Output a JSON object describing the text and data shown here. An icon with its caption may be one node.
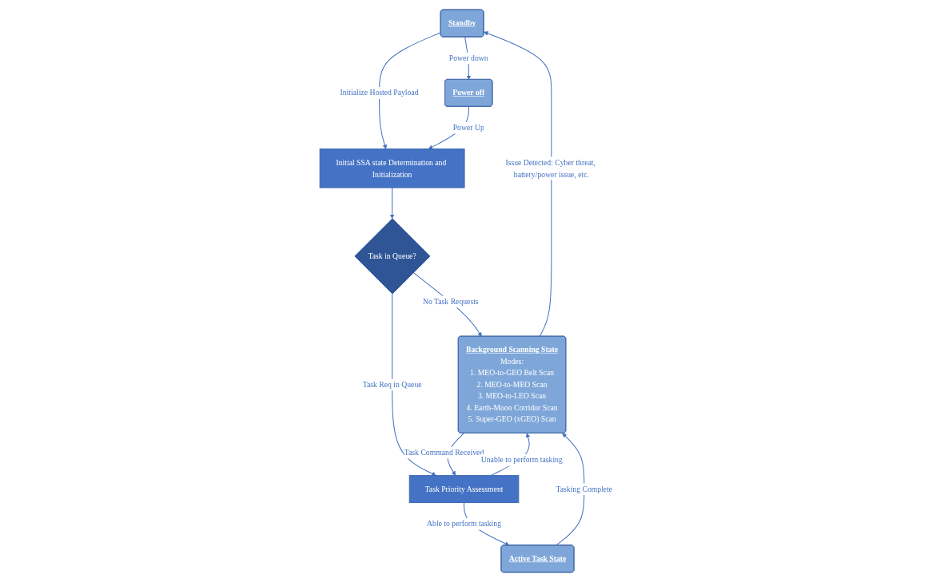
{
  "diagram": {
    "nodes": [
      {
        "text": [
          "Standby"
        ]
      },
      {
        "text": [
          "Power off"
        ]
      },
      {
        "text": [
          "Initial SSA state Determination and Initialization"
        ]
      },
      {
        "text": [
          "Task in Queue?"
        ]
      },
      {
        "text": [
          "Background Scanning State",
          "Modes:",
          "1. MEO-to-GEO Belt Scan",
          "2. MEO-to-MEO Scan",
          "3. MEO-to-LEO Scan",
          "4. Earth-Moon Corridor Scan",
          "5. Super-GEO (xGEO) Scan"
        ]
      },
      {
        "text": [
          "Task Priority Assessment"
        ]
      },
      {
        "text": [
          "Active Task State"
        ]
      }
    ],
    "edges": [
      {
        "from": 0,
        "to": 1,
        "arrow": "to",
        "label": "Power down"
      },
      {
        "from": 0,
        "to": 2,
        "arrow": "to",
        "label": "Initialize Hosted Payload"
      },
      {
        "from": 1,
        "to": 2,
        "arrow": "to",
        "label": "Power Up"
      },
      {
        "from": 2,
        "to": 3,
        "arrow": "to"
      },
      {
        "from": 3,
        "to": 4,
        "arrow": "to",
        "label": "No Task Requests"
      },
      {
        "from": 3,
        "to": 5,
        "arrow": "to",
        "label": "Task Req in Queue"
      },
      {
        "from": 4,
        "to": 0,
        "arrow": "to",
        "label": "Issue Detected: Cyber threat, battery/power issue, etc."
      },
      {
        "from": 4,
        "to": 5,
        "arrow": "to",
        "label": "Task Command Received"
      },
      {
        "from": 5,
        "to": 4,
        "arrow": "to",
        "label": "Unable to perform tasking"
      },
      {
        "from": 5,
        "to": 6,
        "arrow": "to",
        "label": "Able to perform tasking"
      },
      {
        "from": 6,
        "to": 4,
        "arrow": "to",
        "label": "Tasking Complete"
      }
    ]
  }
}
